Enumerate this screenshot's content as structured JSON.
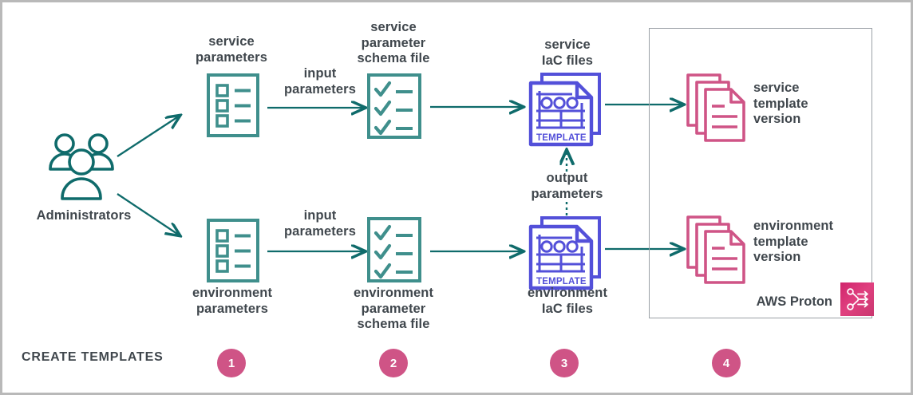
{
  "diagram": {
    "title": "AWS Proton Create Templates workflow",
    "phase_label": "CREATE TEMPLATES",
    "colors": {
      "teal_dark": "#0f6b6b",
      "teal_mid": "#3f8f8c",
      "purple": "#5350d9",
      "pink": "#cf5486",
      "text": "#40474d",
      "border_gray": "#b9b9b9",
      "box_gray": "#9aa0a6"
    }
  },
  "actor": {
    "label": "Administrators",
    "icon": "users-group-icon"
  },
  "rows": {
    "service": {
      "parameters_label": "service\nparameters",
      "input_label": "input\nparameters",
      "schema_label": "service\nparameter\nschema file",
      "iac_label": "service\nIaC files",
      "template_badge": "TEMPLATE",
      "version_label": "service\ntemplate\nversion"
    },
    "environment": {
      "parameters_label": "environment\nparameters",
      "input_label": "input\nparameters",
      "schema_label": "environment\nparameter\nschema file",
      "iac_label": "environment\nIaC files",
      "template_badge": "TEMPLATE",
      "version_label": "environment\ntemplate\nversion"
    }
  },
  "connectors": {
    "output_parameters_label": "output\nparameters"
  },
  "proton": {
    "name": "AWS Proton",
    "logo_icon": "aws-proton-logo-icon"
  },
  "steps": [
    {
      "number": "1"
    },
    {
      "number": "2"
    },
    {
      "number": "3"
    },
    {
      "number": "4"
    }
  ]
}
